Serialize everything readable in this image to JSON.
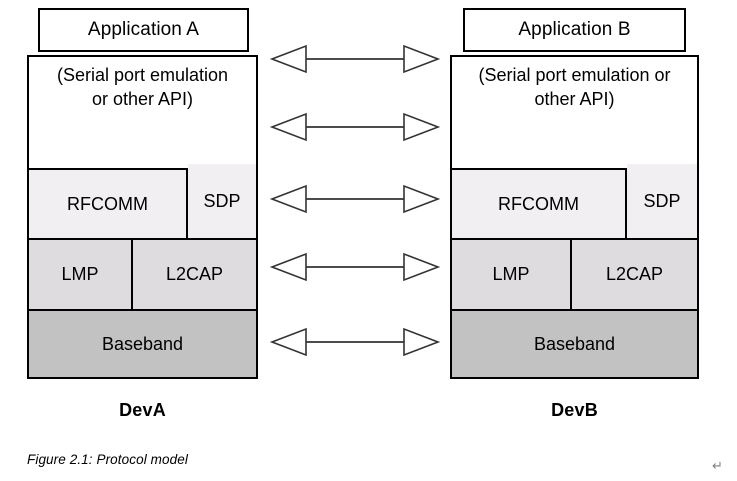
{
  "figure": {
    "caption": "Figure 2.1: Protocol model",
    "paragraph_mark": "↵",
    "colors": {
      "outline": "#000000",
      "background": "#ffffff",
      "band_upper": "#f1eff1",
      "band_mid": "#dedcde",
      "band_low": "#c2c2c2",
      "pilcrow": "#808080"
    }
  },
  "devices": [
    {
      "id": "device-a",
      "device_label": "DevA",
      "application": "Application A",
      "api_layer": "(Serial port emulation or other API)",
      "layers": [
        {
          "name": "RFCOMM",
          "band": "upper"
        },
        {
          "name": "SDP",
          "band": "upper"
        },
        {
          "name": "LMP",
          "band": "mid"
        },
        {
          "name": "L2CAP",
          "band": "mid"
        },
        {
          "name": "Baseband",
          "band": "low"
        }
      ]
    },
    {
      "id": "device-b",
      "device_label": "DevB",
      "application": "Application B",
      "api_layer": "(Serial port emulation or other API)",
      "layers": [
        {
          "name": "RFCOMM",
          "band": "upper"
        },
        {
          "name": "SDP",
          "band": "upper"
        },
        {
          "name": "LMP",
          "band": "mid"
        },
        {
          "name": "L2CAP",
          "band": "mid"
        },
        {
          "name": "Baseband",
          "band": "low"
        }
      ]
    }
  ],
  "connections": [
    {
      "id": "link-application",
      "label": "",
      "direction": "bidirectional"
    },
    {
      "id": "link-api",
      "label": "",
      "direction": "bidirectional"
    },
    {
      "id": "link-rfcomm-sdp",
      "label": "",
      "direction": "bidirectional"
    },
    {
      "id": "link-lmp-l2cap",
      "label": "",
      "direction": "bidirectional"
    },
    {
      "id": "link-baseband",
      "label": "",
      "direction": "bidirectional"
    }
  ]
}
